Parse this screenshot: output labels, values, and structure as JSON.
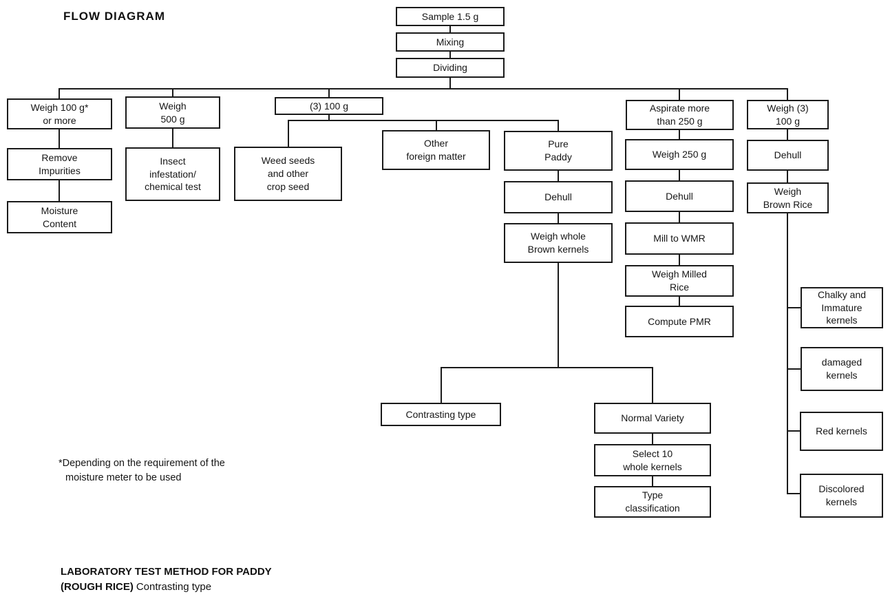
{
  "page": {
    "title": "FLOW DIAGRAM",
    "footnote": {
      "line1": "*Depending on the requirement of the",
      "line2": "moisture meter to be used"
    },
    "caption": {
      "line1": "LABORATORY TEST METHOD FOR PADDY",
      "line2_bold": "(ROUGH RICE)",
      "line2_regular": "Contrasting type"
    }
  },
  "nodes": {
    "sample": "Sample 1.5 g",
    "mixing": "Mixing",
    "dividing": "Dividing",
    "weigh_100g": "Weigh 100 g*\nor more",
    "remove_impurities": "Remove\nImpurities",
    "moisture_content": "Moisture\nContent",
    "weigh_500g": "Weigh\n500 g",
    "insect_test": "Insect\ninfestation/\nchemical test",
    "three_100g": "(3) 100 g",
    "weed_seeds": "Weed seeds\nand other\ncrop seed",
    "other_foreign_matter": "Other\nforeign matter",
    "pure_paddy": "Pure\nPaddy",
    "dehull_paddy": "Dehull",
    "weigh_whole_brown": "Weigh whole\nBrown kernels",
    "aspirate": "Aspirate more\nthan 250 g",
    "weigh_250g": "Weigh 250 g",
    "dehull_milling": "Dehull",
    "mill_to_wmr": "Mill to WMR",
    "weigh_milled_rice": "Weigh Milled\nRice",
    "compute_pmr": "Compute PMR",
    "weigh_3_100g": "Weigh (3)\n100 g",
    "dehull_brown": "Dehull",
    "weigh_brown_rice": "Weigh\nBrown Rice",
    "chalky_immature": "Chalky and\nImmature\nkernels",
    "damaged_kernels": "damaged\nkernels",
    "red_kernels": "Red kernels",
    "discolored_kernels": "Discolored\nkernels",
    "contrasting_type": "Contrasting type",
    "normal_variety": "Normal Variety",
    "select_10": "Select 10\nwhole kernels",
    "type_classification": "Type\nclassification"
  },
  "edges": [
    [
      "sample",
      "mixing"
    ],
    [
      "mixing",
      "dividing"
    ],
    [
      "dividing",
      "weigh_100g"
    ],
    [
      "dividing",
      "weigh_500g"
    ],
    [
      "dividing",
      "three_100g"
    ],
    [
      "dividing",
      "aspirate"
    ],
    [
      "dividing",
      "weigh_3_100g"
    ],
    [
      "weigh_100g",
      "remove_impurities"
    ],
    [
      "remove_impurities",
      "moisture_content"
    ],
    [
      "weigh_500g",
      "insect_test"
    ],
    [
      "three_100g",
      "weed_seeds"
    ],
    [
      "three_100g",
      "other_foreign_matter"
    ],
    [
      "three_100g",
      "pure_paddy"
    ],
    [
      "pure_paddy",
      "dehull_paddy"
    ],
    [
      "dehull_paddy",
      "weigh_whole_brown"
    ],
    [
      "weigh_whole_brown",
      "contrasting_type"
    ],
    [
      "weigh_whole_brown",
      "normal_variety"
    ],
    [
      "normal_variety",
      "select_10"
    ],
    [
      "select_10",
      "type_classification"
    ],
    [
      "aspirate",
      "weigh_250g"
    ],
    [
      "weigh_250g",
      "dehull_milling"
    ],
    [
      "dehull_milling",
      "mill_to_wmr"
    ],
    [
      "mill_to_wmr",
      "weigh_milled_rice"
    ],
    [
      "weigh_milled_rice",
      "compute_pmr"
    ],
    [
      "weigh_3_100g",
      "dehull_brown"
    ],
    [
      "dehull_brown",
      "weigh_brown_rice"
    ],
    [
      "weigh_brown_rice",
      "chalky_immature"
    ],
    [
      "weigh_brown_rice",
      "damaged_kernels"
    ],
    [
      "weigh_brown_rice",
      "red_kernels"
    ],
    [
      "weigh_brown_rice",
      "discolored_kernels"
    ]
  ]
}
